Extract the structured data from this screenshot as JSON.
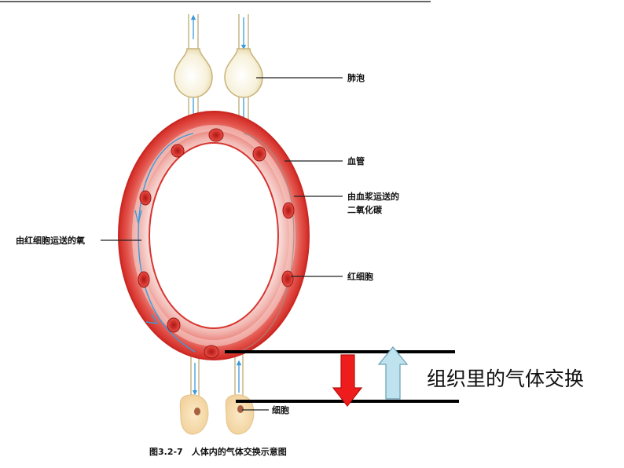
{
  "diagram": {
    "labels": {
      "alveolus": "肺泡",
      "blood_vessel": "血管",
      "co2_line1": "由血浆运送的",
      "co2_line2": "二氧化碳",
      "oxygen": "由红细胞运送的氧",
      "red_blood_cell": "红细胞",
      "cell": "细胞"
    },
    "exchange_label": "组织里的气体交换",
    "caption": "图3.2-7　人体内的气体交换示意图",
    "colors": {
      "vessel_red": "#d9302b",
      "down_arrow": "#ee1c1c",
      "up_arrow": "#bfe3ee",
      "flow_blue": "#3a9ad9",
      "alveolus_fill": "#f6f0d8",
      "cell_fill": "#f4d7a6"
    }
  }
}
